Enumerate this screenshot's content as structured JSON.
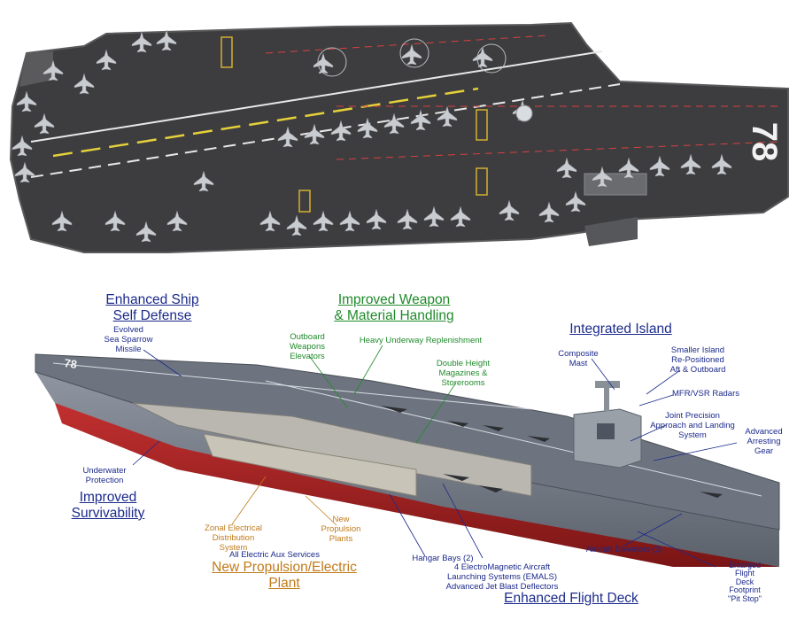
{
  "top_view": {
    "hull_number": "78",
    "deck_color": "#3d3d3f",
    "deck_edge_color": "#5a5a5c"
  },
  "headings": {
    "ship_self_defense": "Enhanced Ship\nSelf Defense",
    "weapon_handling": "Improved Weapon\n& Material Handling",
    "integrated_island": "Integrated Island",
    "survivability": "Improved\nSurvivability",
    "propulsion": "New Propulsion/Electric\nPlant",
    "flight_deck": "Enhanced Flight Deck"
  },
  "callouts": {
    "sea_sparrow": "Evolved\nSea Sparrow\nMissile",
    "outboard_elevators": "Outboard\nWeapons\nElevators",
    "underway_replenishment": "Heavy Underway Replenishment",
    "double_height_magazines": "Double Height\nMagazines &\nStorerooms",
    "composite_mast": "Composite\nMast",
    "smaller_island": "Smaller Island\nRe-Positioned\nAft & Outboard",
    "radars": "MFR/VSR Radars",
    "landing_system": "Joint Precision\nApproach and Landing\nSystem",
    "arresting_gear": "Advanced\nArresting\nGear",
    "underwater_protection": "Underwater\nProtection",
    "zonal_electrical": "Zonal Electrical\nDistribution\nSystem",
    "propulsion_plants": "New\nPropulsion\nPlants",
    "aux_services": "All Electric Aux Services",
    "hangar_bays": "Hangar Bays (2)",
    "emals": "4 ElectroMagnetic Aircraft\nLaunching Systems (EMALS)\nAdvanced Jet Blast Deflectors",
    "aircraft_elevators": "Aircraft Elevators (3)",
    "pit_stop": "Enlarged\nFlight\nDeck\nFootprint\n\"Pit Stop\""
  },
  "colors": {
    "heading_blue": "#1b2a8a",
    "heading_green": "#1f8a2a",
    "heading_orange": "#c07a1a",
    "hull_red": "#9a2020",
    "deck_blue_gray": "#6d7480"
  }
}
